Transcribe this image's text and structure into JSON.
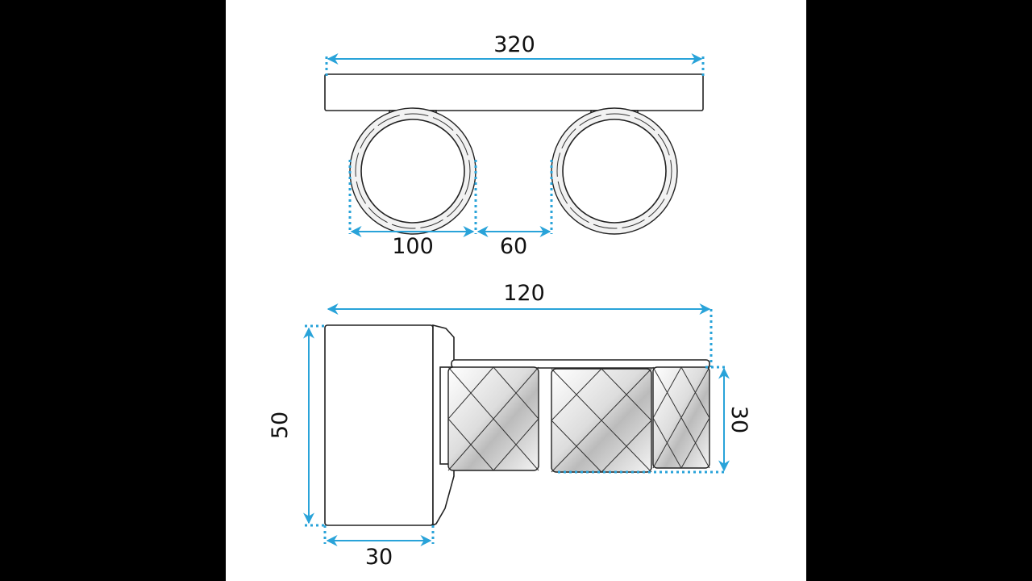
{
  "diagram": {
    "top_view": {
      "overall_width": "320",
      "ring_diameter": "100",
      "ring_gap": "60"
    },
    "side_view": {
      "overall_depth": "120",
      "base_height": "50",
      "crystal_height": "30",
      "base_depth": "30"
    },
    "colors": {
      "dimension_line": "#29a3d9",
      "outline": "#222222",
      "background": "#ffffff",
      "letterbox": "#000000"
    }
  }
}
